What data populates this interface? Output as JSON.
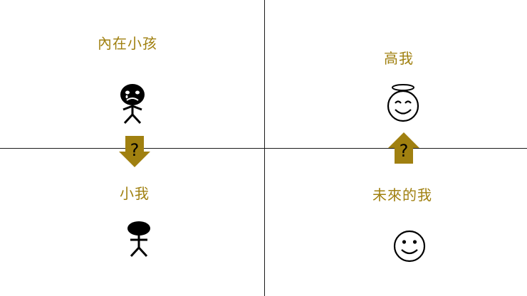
{
  "quadrants": {
    "top_left": {
      "label": "內在小孩",
      "icon": "crying-stick-figure"
    },
    "top_right": {
      "label": "高我",
      "icon": "halo-smiley-face"
    },
    "bottom_left": {
      "label": "小我",
      "icon": "stick-figure"
    },
    "bottom_right": {
      "label": "未來的我",
      "icon": "smiley-face"
    }
  },
  "arrows": {
    "down": {
      "symbol": "?",
      "direction": "down"
    },
    "up": {
      "symbol": "?",
      "direction": "up"
    }
  },
  "colors": {
    "accent": "#a08010",
    "ink": "#000000",
    "axis": "#1a1a1a"
  }
}
